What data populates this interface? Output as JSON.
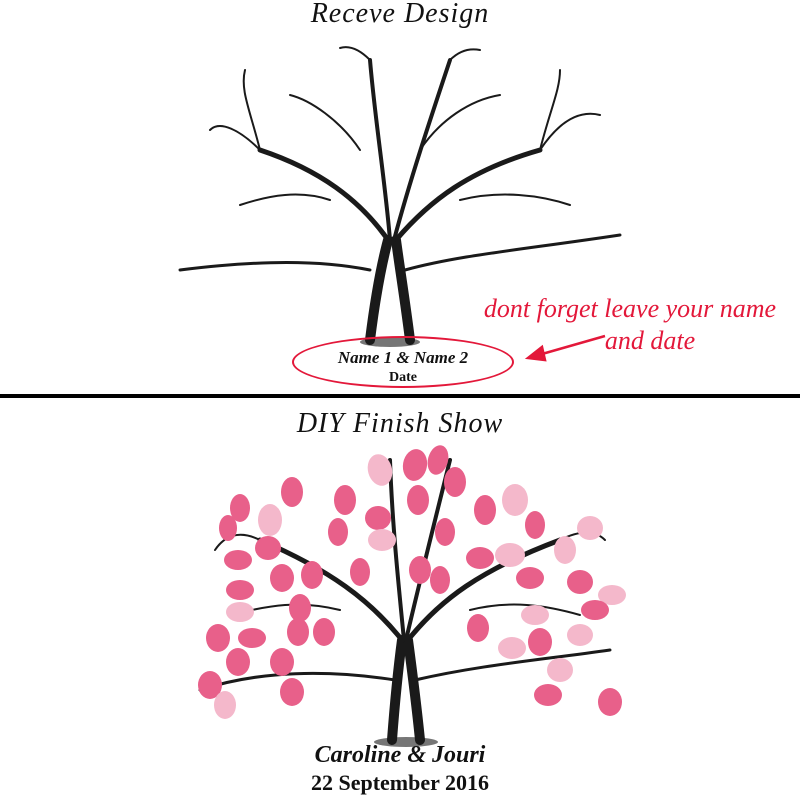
{
  "sections": {
    "top_title": "Receve Design",
    "bottom_title": "DIY Finish Show"
  },
  "annotation": {
    "line1": "dont forget leave your name",
    "line2": "and date"
  },
  "placeholder": {
    "names": "Name 1 & Name 2",
    "date": "Date"
  },
  "example": {
    "names": "Caroline & Jouri",
    "date": "22 September 2016"
  },
  "colors": {
    "accent": "#e3183a",
    "fingerprint": "#e8608a",
    "fingerprint_light": "#f4b8cb",
    "ink": "#1a1a1a"
  }
}
